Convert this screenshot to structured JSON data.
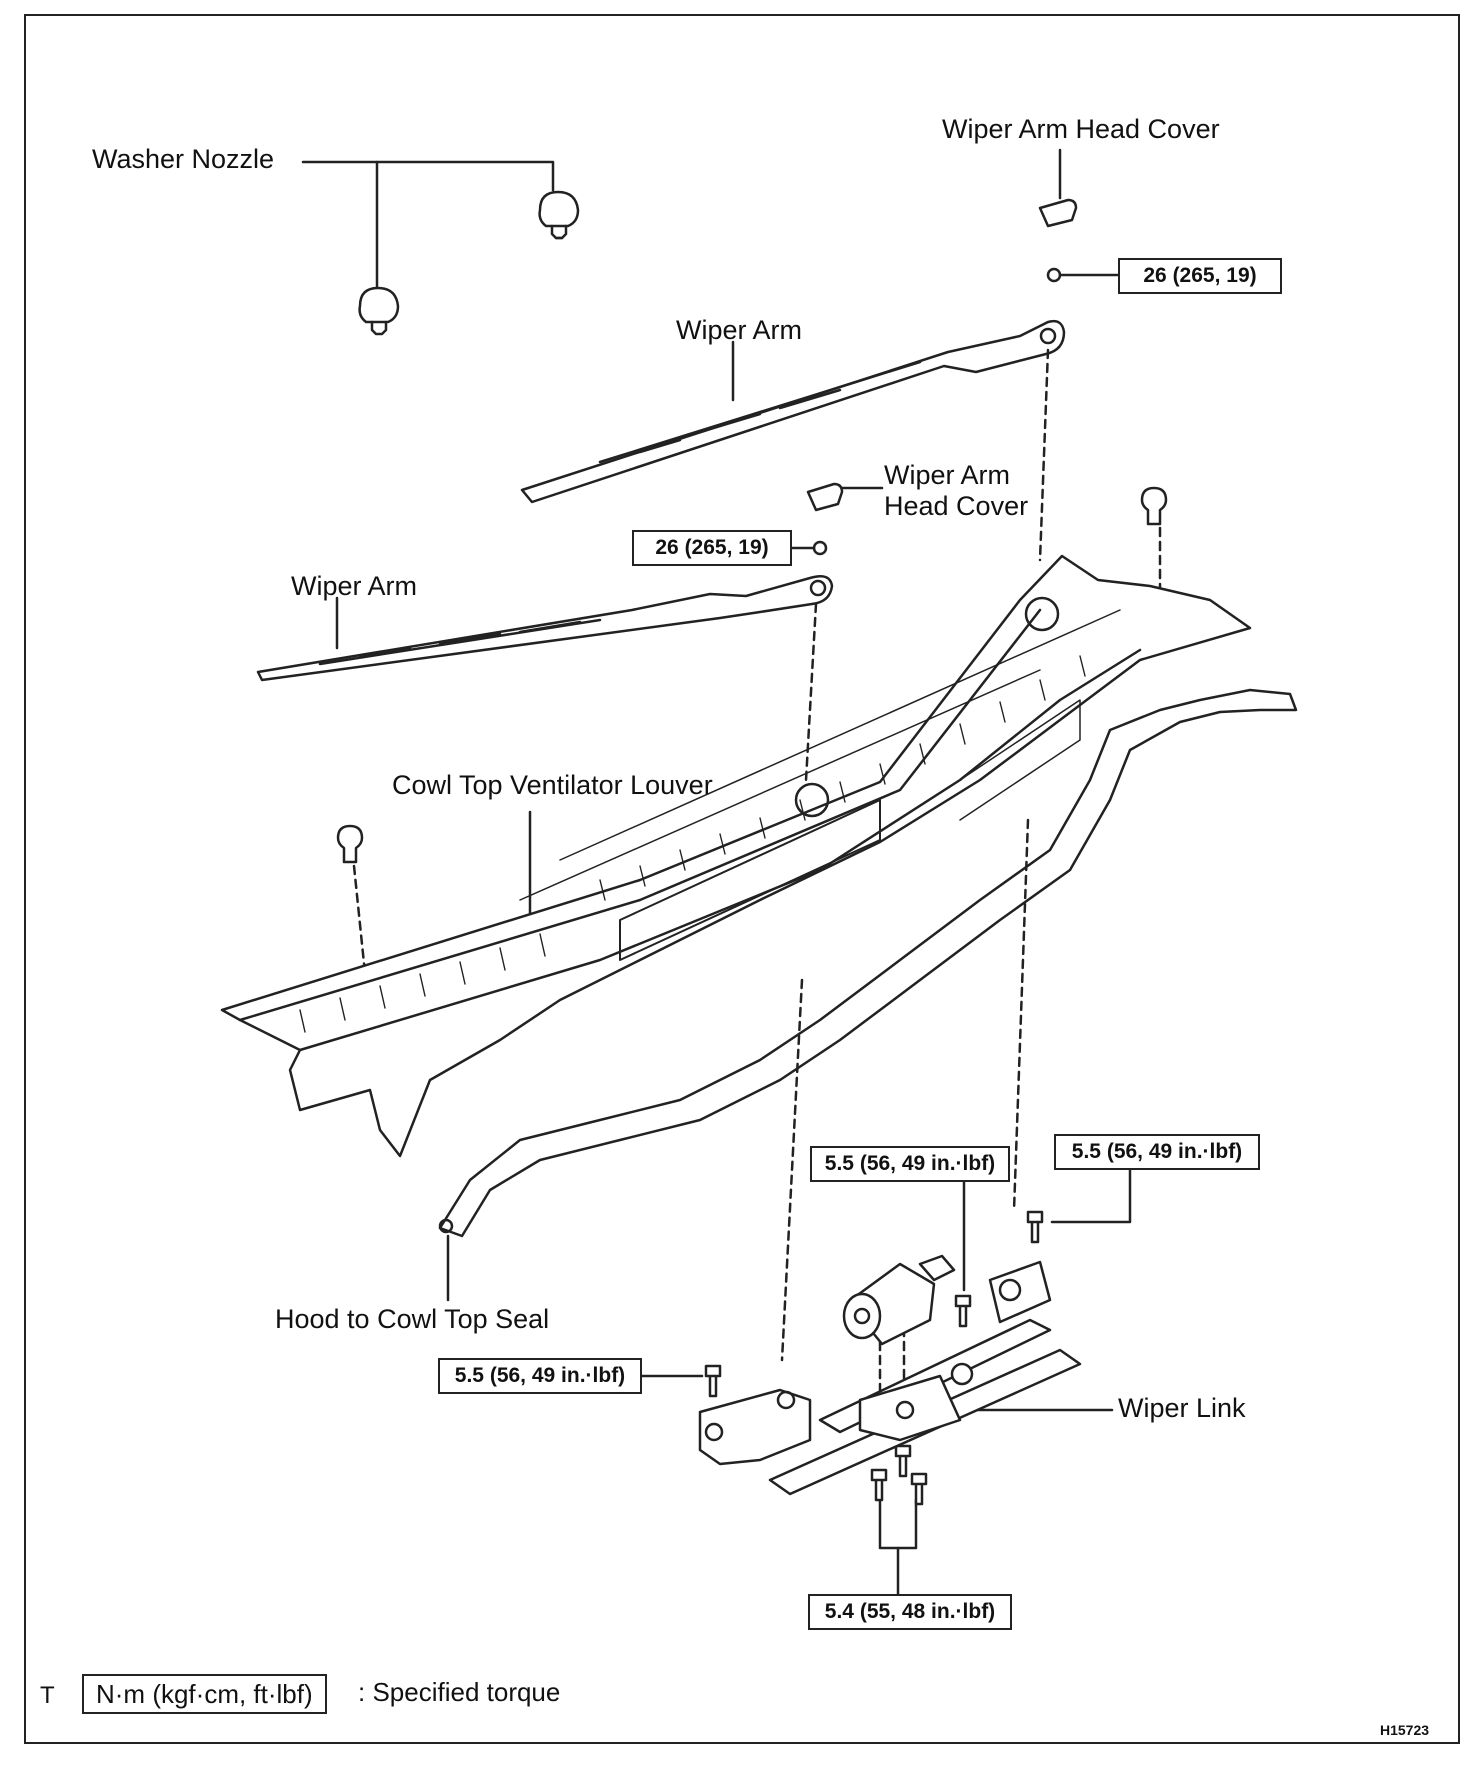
{
  "labels": {
    "washer_nozzle": "Washer Nozzle",
    "wiper_arm_head_cover_top": "Wiper Arm Head Cover",
    "wiper_arm_head_cover_mid_1": "Wiper Arm",
    "wiper_arm_head_cover_mid_2": "Head Cover",
    "wiper_arm_upper": "Wiper Arm",
    "wiper_arm_lower": "Wiper Arm",
    "cowl_louver": "Cowl Top Ventilator Louver",
    "hood_seal": "Hood to Cowl Top Seal",
    "wiper_link": "Wiper Link"
  },
  "torques": {
    "arm_nut_upper": "26 (265, 19)",
    "arm_nut_lower": "26 (265, 19)",
    "link_center": "5.5 (56, 49 in.·lbf)",
    "link_right": "5.5 (56, 49 in.·lbf)",
    "link_left": "5.5 (56, 49 in.·lbf)",
    "motor_bolts": "5.4 (55, 48 in.·lbf)"
  },
  "legend": {
    "marker": "T",
    "unit_box": "N·m (kgf·cm, ft·lbf)",
    "description": ": Specified torque"
  },
  "figure_id": "H15723"
}
